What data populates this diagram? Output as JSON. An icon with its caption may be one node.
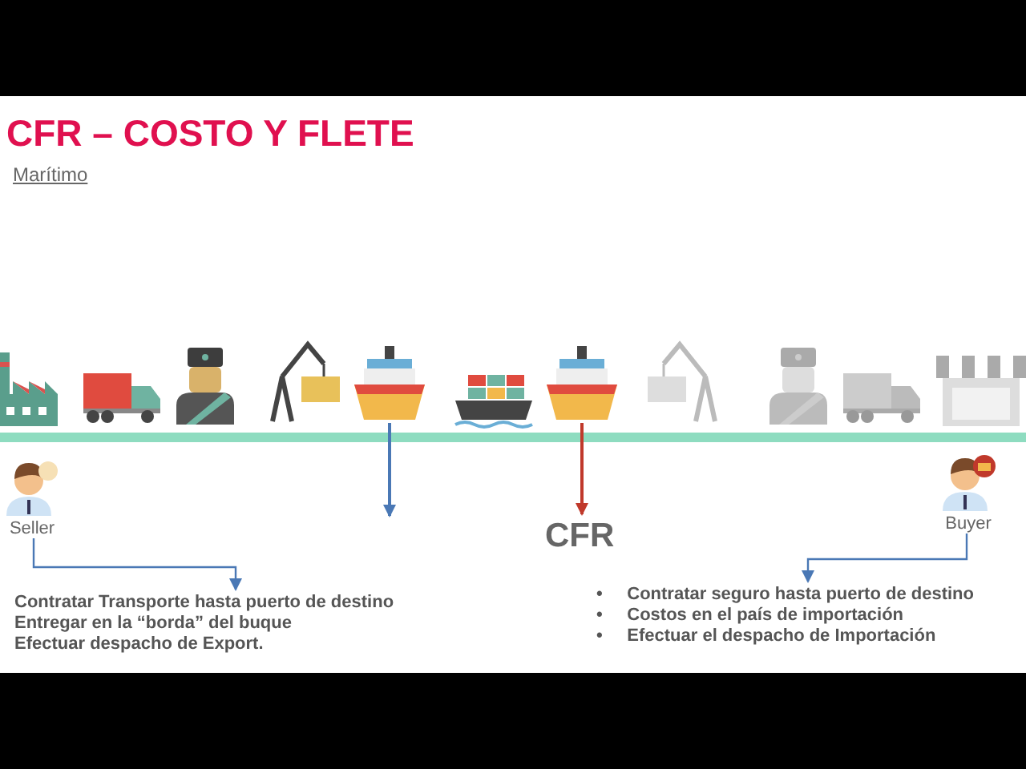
{
  "diagram": {
    "title": "CFR – COSTO Y FLETE",
    "nodes": [
      {
        "text": [
          "Seller"
        ]
      },
      {
        "text": [
          "Contratar Transporte hasta puerto de destino",
          "Entregar en la “borda” del buque",
          "Efectuar despacho de Export."
        ]
      },
      {
        "text": [
          "Buyer"
        ]
      },
      {
        "text": [
          "•     Contratar seguro hasta puerto de destino",
          "•     Costos en el país de importación",
          "•     Efectuar el despacho de Importación"
        ]
      },
      {
        "text": [],
        "shape": "ship"
      },
      {
        "text": [],
        "shape": "ship"
      },
      {
        "text": [
          "CFR"
        ]
      }
    ],
    "edges": [
      {
        "from": 0,
        "to": 1,
        "arrow": "to"
      },
      {
        "from": 2,
        "to": 3,
        "arrow": "to"
      },
      {
        "from": 4,
        "to": null,
        "arrow": "to"
      },
      {
        "from": 5,
        "to": 6,
        "arrow": "to",
        "color": "#c0392b"
      }
    ],
    "labels": [
      "Marítimo"
    ]
  }
}
